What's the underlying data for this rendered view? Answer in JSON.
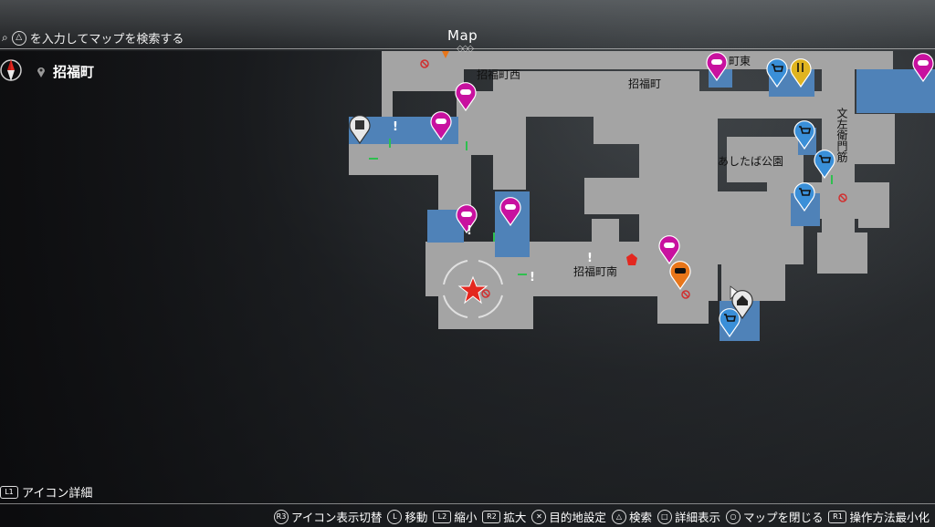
{
  "header": {
    "search_button": "△",
    "search_text": "を入力してマップを検索する",
    "map_title": "Map",
    "location_name": "招福町"
  },
  "map": {
    "road_labels": {
      "shofuku_west": "招福町西",
      "shofuku": "招福町",
      "shofuku_east": "町東",
      "ashitaba_park": "あしたば公園",
      "bunzaemon": "文左衛門筋",
      "shofuku_south": "招福町南"
    },
    "colors": {
      "road": "#a4a4a4",
      "building_blue": "#4f82b8",
      "pin_magenta": "#c8119f",
      "pin_shop": "#3a8fd8",
      "pin_orange": "#e8761a",
      "pin_yellow": "#e0b420",
      "player_star": "#e3271f"
    },
    "player_icon": "star-icon"
  },
  "footer": {
    "left_button": "L1",
    "left_label": "アイコン詳細",
    "hints": [
      {
        "button": "R3",
        "label": "アイコン表示切替"
      },
      {
        "button": "L",
        "label": "移動"
      },
      {
        "button": "L2",
        "label": "縮小"
      },
      {
        "button": "R2",
        "label": "拡大"
      },
      {
        "button": "✕",
        "label": "目的地設定"
      },
      {
        "button": "△",
        "label": "検索"
      },
      {
        "button": "□",
        "label": "詳細表示"
      },
      {
        "button": "○",
        "label": "マップを閉じる"
      },
      {
        "button": "R1",
        "label": "操作方法最小化"
      }
    ]
  }
}
